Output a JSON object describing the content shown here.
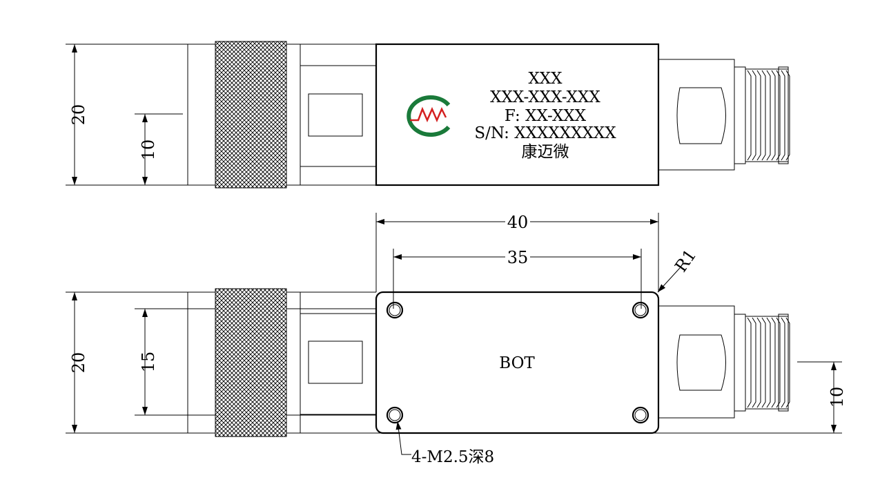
{
  "top_view": {
    "dims": {
      "total_height": "20",
      "half_height": "10"
    },
    "label_lines": [
      "XXX",
      "XXX-XXX-XXX",
      "F: XX-XXX",
      "S/N: XXXXXXXXX",
      "康迈微"
    ],
    "logo": {
      "name": "cmw-logo-icon",
      "colors": {
        "ring": "#1a7a3a",
        "wave": "#d42020"
      }
    }
  },
  "bottom_view": {
    "dims": {
      "body_length": "40",
      "hole_spacing": "35",
      "corner_radius": "R1",
      "total_height": "20",
      "hole_span": "15",
      "connector_offset": "10"
    },
    "center_label": "BOT",
    "hole_callout": "4-M2.5深8"
  }
}
